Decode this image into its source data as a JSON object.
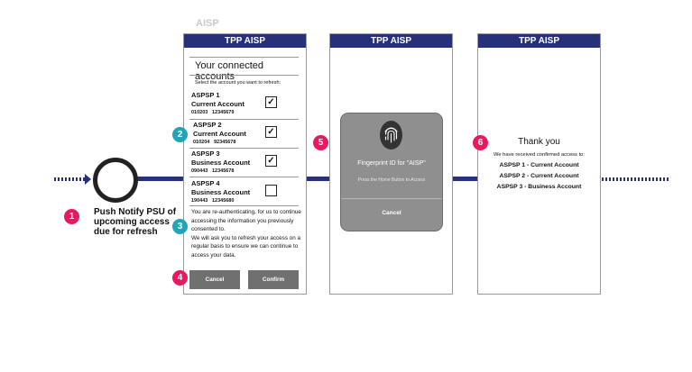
{
  "section_label": "AISP",
  "step1": {
    "badge": "1",
    "text": "Push Notify PSU of upcoming access due for refresh"
  },
  "screen1": {
    "title": "TPP AISP",
    "heading": "Your connected accounts",
    "subheading": "Select the account you want to refresh:",
    "accounts": [
      {
        "bank": "ASPSP 1",
        "type": "Current Account",
        "sort": "010203",
        "number": "12345679",
        "checked": true
      },
      {
        "bank": "ASPSP 2",
        "type": "Current Account",
        "sort": "010204",
        "number": "92345678",
        "checked": true
      },
      {
        "bank": "ASPSP 3",
        "type": "Business Account",
        "sort": "090443",
        "number": "12345678",
        "checked": true
      },
      {
        "bank": "ASPSP 4",
        "type": "Business Account",
        "sort": "190443",
        "number": "12345680",
        "checked": false
      }
    ],
    "note": "You are re-authenticating, for us to continue accessing the information you previously consented to.\nWe will ask you to refresh your access on a regular basis to ensure we can continue to access your data.",
    "cancel_label": "Cancel",
    "confirm_label": "Confirm",
    "badge_accounts": "2",
    "badge_note": "3",
    "badge_buttons": "4"
  },
  "screen2": {
    "title": "TPP AISP",
    "badge": "5",
    "modal_title": "Fingerprint ID for \"AISP\"",
    "modal_hint": "Press the Home Button to Access",
    "cancel_label": "Cancel",
    "icon": "fingerprint-icon"
  },
  "screen3": {
    "title": "TPP AISP",
    "badge": "6",
    "heading": "Thank you",
    "message": "We have received confirmed access to:",
    "lines": [
      "ASPSP 1 - Current Account",
      "ASPSP 2 - Current Account",
      "ASPSP 3 - Business Account"
    ]
  },
  "colors": {
    "navy": "#26317a",
    "pink": "#e8195e",
    "teal": "#20a6b7",
    "button_gray": "#707070"
  }
}
